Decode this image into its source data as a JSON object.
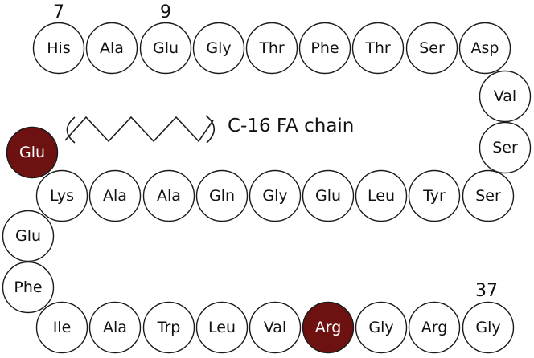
{
  "colors": {
    "highlight": "#6e1111",
    "outline": "#1a1a1a"
  },
  "residue_numbers": {
    "start": "7",
    "third": "9",
    "end": "37"
  },
  "fatty_acid_label": "C-16 FA chain",
  "residues": [
    {
      "label": "His",
      "highlight": false
    },
    {
      "label": "Ala",
      "highlight": false
    },
    {
      "label": "Glu",
      "highlight": false
    },
    {
      "label": "Gly",
      "highlight": false
    },
    {
      "label": "Thr",
      "highlight": false
    },
    {
      "label": "Phe",
      "highlight": false
    },
    {
      "label": "Thr",
      "highlight": false
    },
    {
      "label": "Ser",
      "highlight": false
    },
    {
      "label": "Asp",
      "highlight": false
    },
    {
      "label": "Val",
      "highlight": false
    },
    {
      "label": "Ser",
      "highlight": false
    },
    {
      "label": "Ser",
      "highlight": false
    },
    {
      "label": "Tyr",
      "highlight": false
    },
    {
      "label": "Leu",
      "highlight": false
    },
    {
      "label": "Glu",
      "highlight": false
    },
    {
      "label": "Gly",
      "highlight": false
    },
    {
      "label": "Gln",
      "highlight": false
    },
    {
      "label": "Ala",
      "highlight": false
    },
    {
      "label": "Ala",
      "highlight": false
    },
    {
      "label": "Lys",
      "highlight": false
    },
    {
      "label": "Glu",
      "highlight": false
    },
    {
      "label": "Phe",
      "highlight": false
    },
    {
      "label": "Ile",
      "highlight": false
    },
    {
      "label": "Ala",
      "highlight": false
    },
    {
      "label": "Trp",
      "highlight": false
    },
    {
      "label": "Leu",
      "highlight": false
    },
    {
      "label": "Val",
      "highlight": false
    },
    {
      "label": "Arg",
      "highlight": true
    },
    {
      "label": "Gly",
      "highlight": false
    },
    {
      "label": "Arg",
      "highlight": false
    },
    {
      "label": "Gly",
      "highlight": false
    }
  ],
  "acylated_residue": {
    "label": "Glu",
    "highlight": true
  }
}
